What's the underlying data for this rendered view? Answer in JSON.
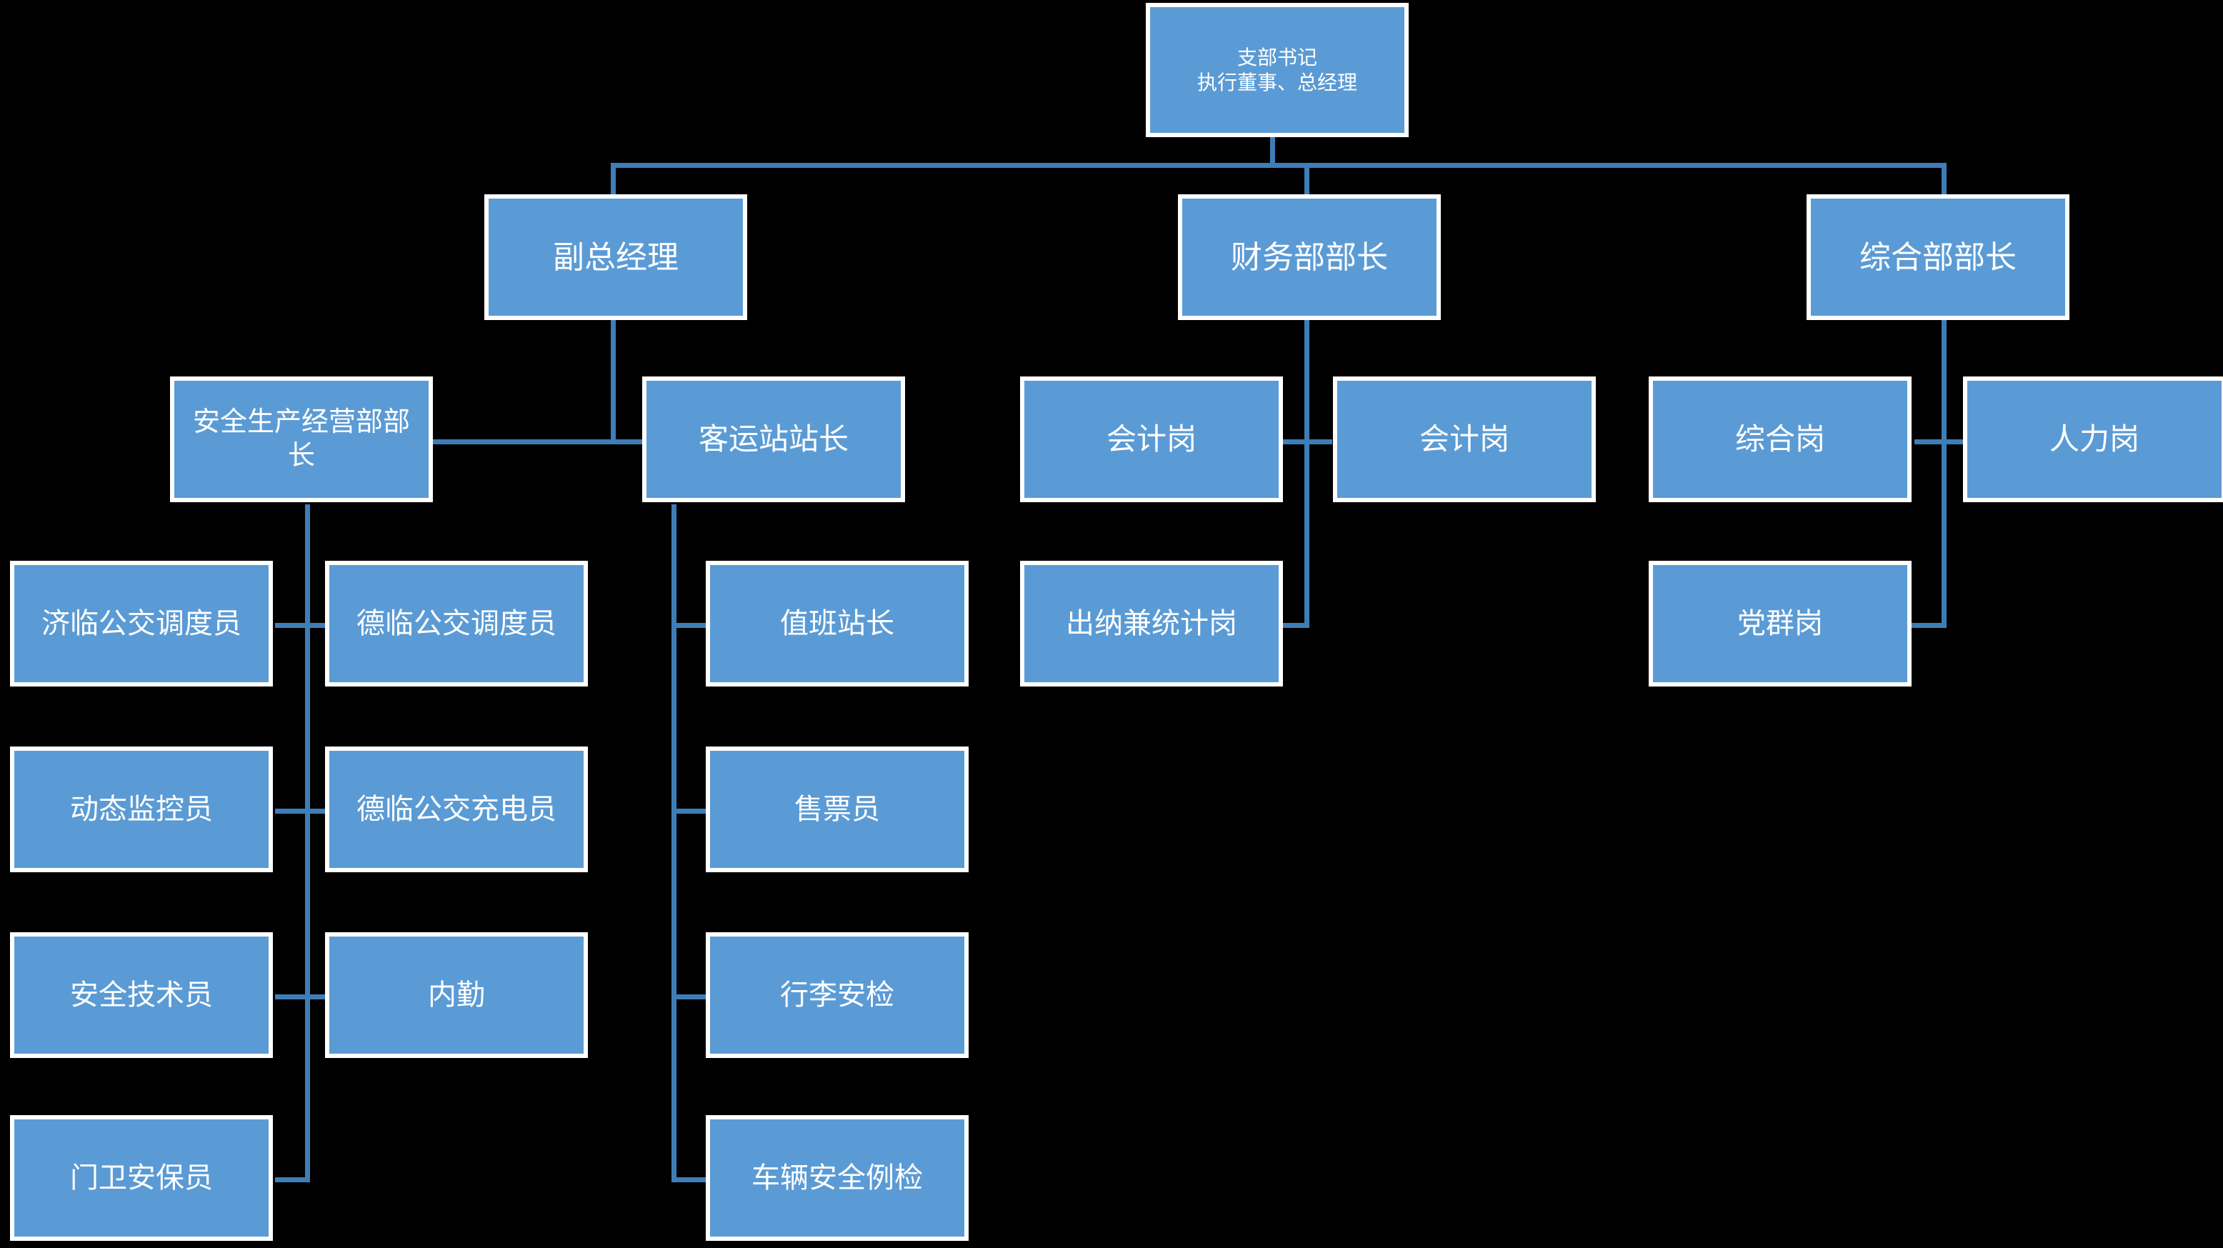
{
  "diagram": {
    "title_text": "",
    "type": "organization-chart",
    "colors": {
      "background": "#000000",
      "node_fill": "#5B9BD5",
      "node_border": "#FFFFFF",
      "connector": "#3E7EB8",
      "node_text": "#FFFFFF"
    }
  },
  "nodes": {
    "root": {
      "line1": "支部书记",
      "line2": "执行董事、总经理"
    },
    "level2": [
      {
        "id": "deputy-gm",
        "label": "副总经理"
      },
      {
        "id": "finance-head",
        "label": "财务部部长"
      },
      {
        "id": "general-affairs-head",
        "label": "综合部部长"
      }
    ],
    "level3": [
      {
        "id": "safety-dept-head",
        "label": "安全生产经营部部长"
      },
      {
        "id": "bus-station-master",
        "label": "客运站站长"
      },
      {
        "id": "accountant-1",
        "label": "会计岗"
      },
      {
        "id": "accountant-2",
        "label": "会计岗"
      },
      {
        "id": "general-post",
        "label": "综合岗"
      },
      {
        "id": "hr-post",
        "label": "人力岗"
      }
    ],
    "safety_children": [
      {
        "id": "jilin-dispatcher",
        "label": "济临公交调度员"
      },
      {
        "id": "delin-dispatcher",
        "label": "德临公交调度员"
      },
      {
        "id": "dynamic-monitor",
        "label": "动态监控员"
      },
      {
        "id": "delin-charger",
        "label": "德临公交充电员"
      },
      {
        "id": "safety-technician",
        "label": "安全技术员"
      },
      {
        "id": "office-clerk",
        "label": "内勤"
      },
      {
        "id": "gate-security",
        "label": "门卫安保员"
      }
    ],
    "station_children": [
      {
        "id": "duty-station-master",
        "label": "值班站长"
      },
      {
        "id": "ticket-seller",
        "label": "售票员"
      },
      {
        "id": "baggage-security",
        "label": "行李安检"
      },
      {
        "id": "vehicle-inspection",
        "label": "车辆安全例检"
      }
    ],
    "finance_children": [
      {
        "id": "cashier-statistics",
        "label": "出纳兼统计岗"
      }
    ],
    "general_children": [
      {
        "id": "party-mass-post",
        "label": "党群岗"
      }
    ]
  }
}
